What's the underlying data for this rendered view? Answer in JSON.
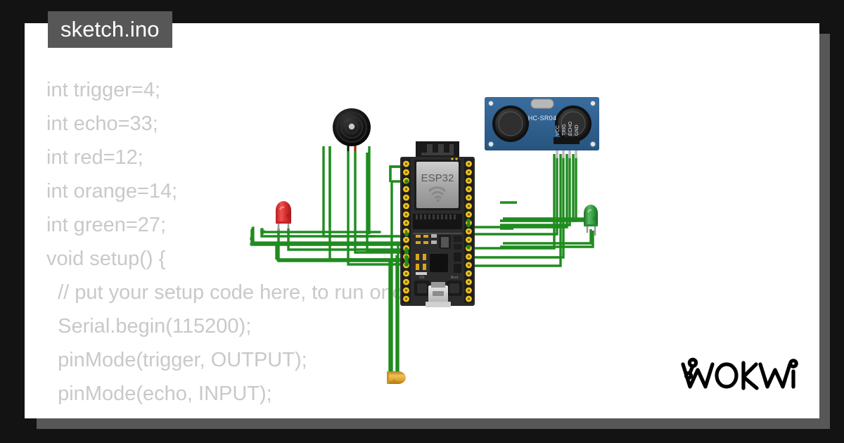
{
  "window": {
    "background_color": "#131313",
    "sheet_color": "#ffffff",
    "shadow_color": "#575757"
  },
  "tab": {
    "label": "sketch.ino",
    "background_color": "#575757",
    "text_color": "#ffffff"
  },
  "editor": {
    "text_color": "#c9c9c9",
    "code_lines": [
      "int trigger=4;",
      "int echo=33;",
      "int red=12;",
      "int orange=14;",
      "int green=27;",
      "",
      "void setup() {",
      "  // put your setup code here, to run once:",
      "  Serial.begin(115200);",
      "  pinMode(trigger, OUTPUT);",
      "  pinMode(echo, INPUT);"
    ]
  },
  "branding": {
    "logo_text": "WOKWI"
  },
  "diagram": {
    "wire_color": "#2a9b2a",
    "components": [
      {
        "name": "esp32-devkit",
        "label": "ESP32",
        "board_color": "#2b2b2b",
        "pin_color": "#f2c61f"
      },
      {
        "name": "hc-sr04-ultrasonic-sensor",
        "label": "HC-SR04",
        "board_color": "#2b5d8f",
        "pins": [
          "VCC",
          "TRIG",
          "ECHO",
          "GND"
        ]
      },
      {
        "name": "buzzer",
        "label": "",
        "body_color": "#1a1a1a"
      },
      {
        "name": "led-red",
        "label": "",
        "body_color": "#e03232"
      },
      {
        "name": "led-green",
        "label": "",
        "body_color": "#2e9c3e"
      },
      {
        "name": "led-orange",
        "label": "",
        "body_color": "#e0a62e"
      }
    ]
  }
}
